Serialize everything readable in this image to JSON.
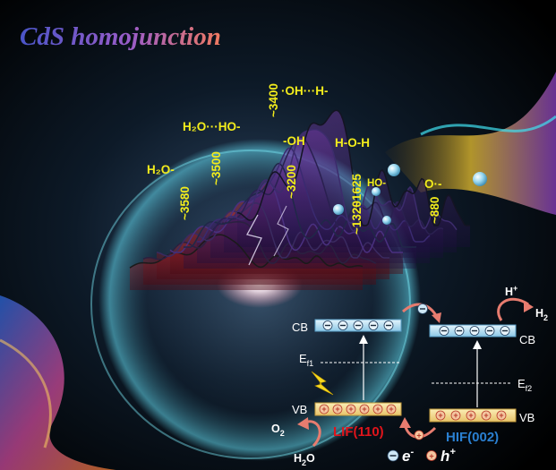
{
  "title": "CdS homojunction",
  "colors": {
    "background": "#000000",
    "peak_label": "#f2ec1c",
    "band_fill": "#bfe3f5",
    "vb_fill": "#f4df9a",
    "lif_label": "#e0141b",
    "hif_label": "#2a7fd0",
    "arrow": "#e77c6f"
  },
  "peaks": {
    "oh_h": {
      "name": "·OH···H-",
      "wave": "~3400"
    },
    "h2o_ho": {
      "name": "H₂O···HO-",
      "wave": "~3500"
    },
    "oh": {
      "name": "-OH",
      "wave": "~3200"
    },
    "h2o": {
      "name": "H₂O-",
      "wave": "~3580"
    },
    "hoh": {
      "name": "H-O-H",
      "wave": "~1625"
    },
    "ho": {
      "name": "HO-",
      "wave": "~1320"
    },
    "o": {
      "name": "O·-",
      "wave": "~880"
    }
  },
  "bands": {
    "cb": "CB",
    "vb": "VB",
    "ef1_main": "E",
    "ef1_sub": "f1",
    "ef2_main": "E",
    "ef2_sub": "f2",
    "lif": "LIF(110)",
    "hif": "HIF(002)"
  },
  "species": {
    "hplus_main": "H",
    "hplus_sup": "+",
    "h2_main": "H",
    "h2_sub": "2",
    "o2_main": "O",
    "o2_sub": "2",
    "h2o_main": "H",
    "h2o_sub": "2",
    "h2o_end": "O"
  },
  "legend": {
    "electron_main": "e",
    "electron_sup": "-",
    "hole_main": "h",
    "hole_sup": "+"
  },
  "icons": {
    "electron": "minus-circle-icon",
    "hole": "plus-circle-icon",
    "light": "lightning-bolt-icon"
  }
}
